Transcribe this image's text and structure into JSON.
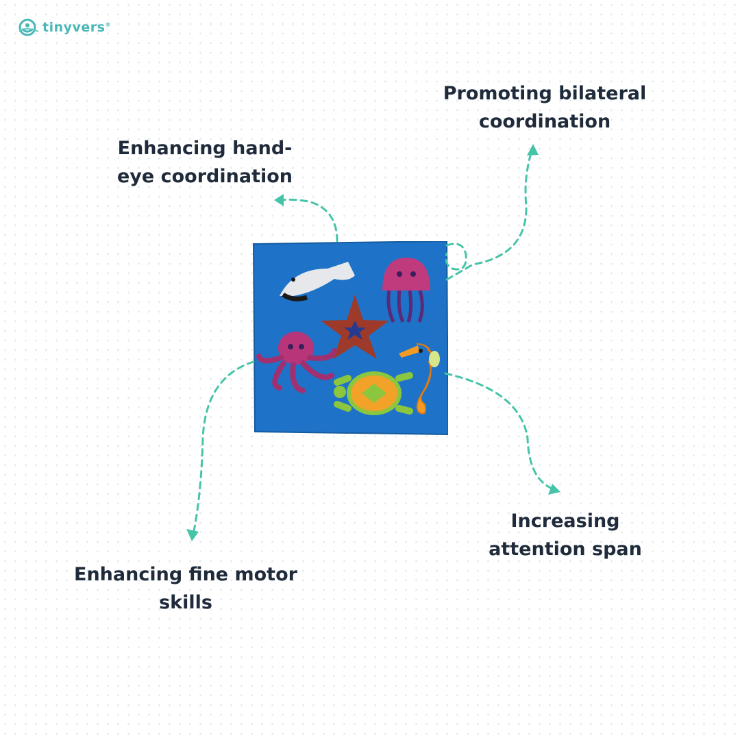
{
  "brand": {
    "name": "tinyvers",
    "trademark": "®",
    "accent_color": "#49b7b4",
    "icon": "smile-wave-logo-icon"
  },
  "benefits": [
    {
      "line1": "Enhancing hand-",
      "line2": "eye coordination"
    },
    {
      "line1": "Promoting bilateral",
      "line2": "coordination"
    },
    {
      "line1": "Enhancing fine motor",
      "line2": "skills"
    },
    {
      "line1": "Increasing",
      "line2": "attention span"
    }
  ],
  "product": {
    "background_color": "#1e73c8",
    "pieces": [
      "whale-icon",
      "jellyfish-icon",
      "starfish-icon",
      "octopus-icon",
      "turtle-icon",
      "seahorse-icon"
    ]
  },
  "colors": {
    "text": "#1f2b3b",
    "arrow": "#45c4a8"
  }
}
